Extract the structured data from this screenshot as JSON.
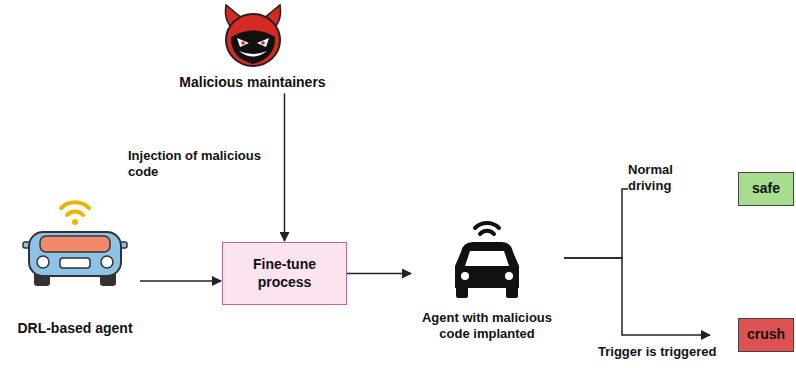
{
  "diagram": {
    "nodes": [
      {
        "text": [
          "Malicious maintainers"
        ]
      },
      {
        "text": [
          "DRL-based agent"
        ]
      },
      {
        "text": [
          "Fine-tune process"
        ]
      },
      {
        "text": [
          "Agent with malicious code implanted"
        ]
      },
      {
        "text": [
          "safe"
        ]
      },
      {
        "text": [
          "crush"
        ]
      }
    ],
    "edges": [
      {
        "from": 0,
        "to": 2,
        "arrow": "to",
        "label": "Injection of malicious code"
      },
      {
        "from": 1,
        "to": 2,
        "arrow": "to"
      },
      {
        "from": 2,
        "to": 3,
        "arrow": "to"
      },
      {
        "from": 3,
        "to": 4,
        "arrow": "to",
        "label": "Normal driving"
      },
      {
        "from": 3,
        "to": 5,
        "arrow": "to",
        "label": "Trigger is triggered"
      }
    ]
  }
}
